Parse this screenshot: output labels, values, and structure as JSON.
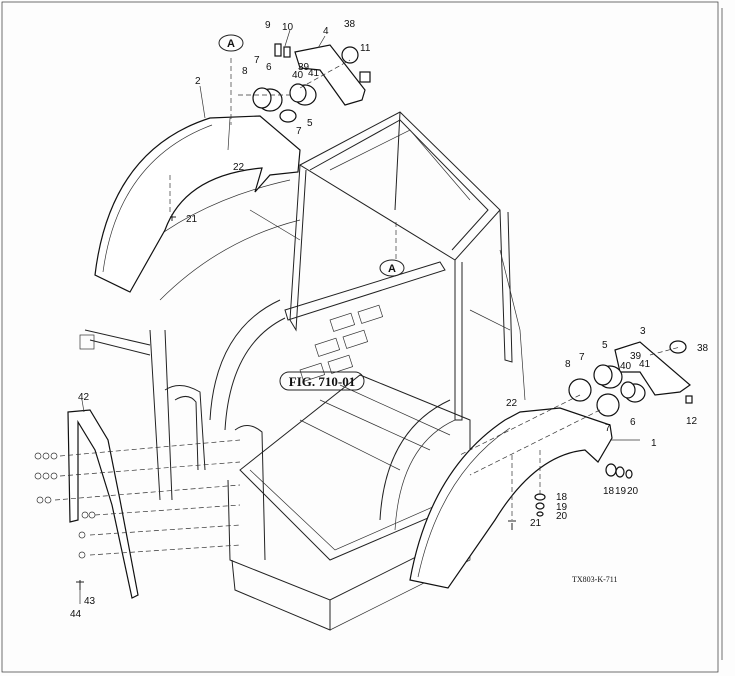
{
  "figure": {
    "title": "FIG. 710-01",
    "code": "TX803-K-711"
  },
  "callouts": {
    "a_top": "A",
    "a_mid": "A"
  },
  "labels": {
    "n9": "9",
    "n10": "10",
    "n4": "4",
    "n38": "38",
    "n11": "11",
    "n7a": "7",
    "n8a": "8",
    "n6a": "6",
    "n40a": "40",
    "n39a": "39",
    "n41a": "41",
    "n5a": "5",
    "n7b": "7",
    "n2": "2",
    "n22a": "22",
    "n21a": "21",
    "n3": "3",
    "n38b": "38",
    "n5b": "5",
    "n39b": "39",
    "n7c": "7",
    "n8b": "8",
    "n40b": "40",
    "n41b": "41",
    "n7d": "7",
    "n6b": "6",
    "n12": "12",
    "n22b": "22",
    "n1": "1",
    "n18a": "18",
    "n19a": "19",
    "n20a": "20",
    "n18b": "18",
    "n19b": "19",
    "n20b": "20",
    "n21b": "21",
    "n42": "42",
    "n43": "43",
    "n44": "44"
  }
}
